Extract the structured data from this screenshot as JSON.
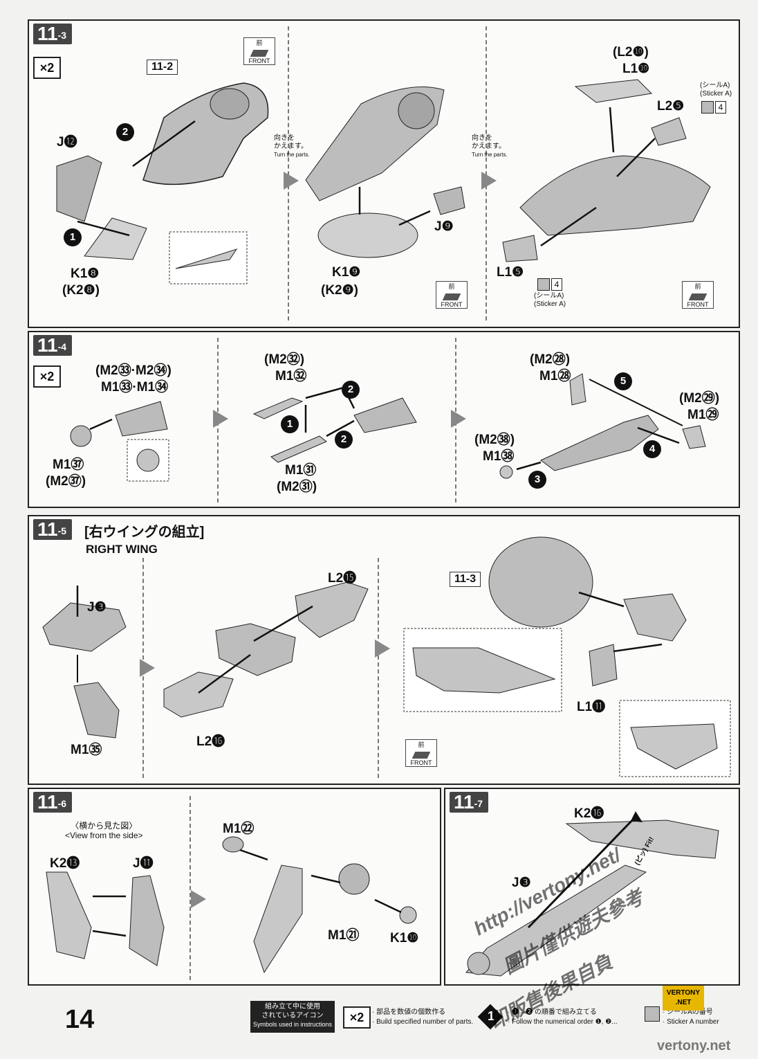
{
  "steps": {
    "s113": {
      "major": "11",
      "minor": "-3"
    },
    "s114": {
      "major": "11",
      "minor": "-4"
    },
    "s115": {
      "major": "11",
      "minor": "-5",
      "title_jp": "[右ウイングの組立]",
      "title_en": "RIGHT WING"
    },
    "s116": {
      "major": "11",
      "minor": "-6",
      "view_jp": "〈横から見た図〉",
      "view_en": "<View from the side>"
    },
    "s117": {
      "major": "11",
      "minor": "-7"
    }
  },
  "common": {
    "x2": "×2",
    "front_jp": "前",
    "front_en": "FRONT",
    "turn_jp_1": "向きを",
    "turn_jp_2": "かえます。",
    "turn_en": "Turn the parts.",
    "sticker_jp": "(シールA)",
    "sticker_en": "(Sticker A)",
    "sticker_num": "4",
    "fit_jp": "(ピッ)",
    "fit_en": "Fit!"
  },
  "labels_113": {
    "ref": "11-2",
    "j12": "J⓬",
    "k18": "K1❽",
    "k28": "(K2❽)",
    "k19": "K1❾",
    "k29": "(K2❾)",
    "j9": "J❾",
    "l210": "(L2❿)",
    "l110": "L1❿",
    "l25": "L2❺",
    "l15": "L1❺"
  },
  "labels_114": {
    "m233_34": "(M2㉝·M2㉞)",
    "m133_34": "M1㉝·M1㉞",
    "m137": "M1㊲",
    "m237": "(M2㊲)",
    "m232": "(M2㉜)",
    "m132": "M1㉜",
    "m131": "M1㉛",
    "m231": "(M2㉛)",
    "m228": "(M2㉘)",
    "m128": "M1㉘",
    "m229": "(M2㉙)",
    "m129": "M1㉙",
    "m238": "(M2㊳)",
    "m138": "M1㊳"
  },
  "labels_115": {
    "j3": "J❸",
    "m135": "M1㉟",
    "l215": "L2⓯",
    "l216": "L2⓰",
    "ref": "11-3",
    "l111": "L1⓫"
  },
  "labels_116": {
    "k213": "K2⓭",
    "j11": "J⓫",
    "m122": "M1㉒",
    "m121": "M1㉑",
    "k110": "K1❿"
  },
  "labels_117": {
    "k216": "K2⓰",
    "j3": "J❸"
  },
  "footer": {
    "page": "14",
    "icons_jp_1": "組み立て中に使用",
    "icons_jp_2": "されているアイコン",
    "icons_en": "Symbols used in instructions",
    "x2_jp": "· 部品を数値の個数作る",
    "x2_en": "· Build specified number of parts.",
    "num_icon": "1",
    "num_jp": "· ❶→❷ の順番で組み立てる",
    "num_en": "· Follow the numerical order ❶, ❷...",
    "sticker_jp": "· シールAの番号",
    "sticker_en": "· Sticker A number"
  },
  "watermark": {
    "url": "http://vertony.net/",
    "cn": "圖片僅供遊夫參考",
    "cn2": "印販售後果自負",
    "badge1": "VERTONY",
    "badge2": ".NET",
    "bottom": "vertony.net"
  }
}
